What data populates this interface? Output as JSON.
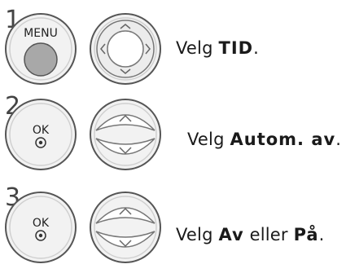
{
  "steps": [
    {
      "number": "1",
      "key_label": "MENU",
      "key_icon": "menu-button-icon",
      "pad_icon": "four-way-navigation-icon",
      "text_prefix": "Velg ",
      "text_bold": "TID",
      "text_suffix": "."
    },
    {
      "number": "2",
      "key_label": "OK",
      "key_icon": "ok-button-icon",
      "pad_icon": "up-down-navigation-icon",
      "text_prefix": "Velg ",
      "text_bold": "Autom. av",
      "text_suffix": "."
    },
    {
      "number": "3",
      "key_label": "OK",
      "key_icon": "ok-button-icon",
      "pad_icon": "up-down-navigation-icon",
      "text_prefix": "Velg ",
      "text_bold": "Av",
      "text_middle": " eller ",
      "text_bold2": "På",
      "text_suffix": "."
    }
  ]
}
